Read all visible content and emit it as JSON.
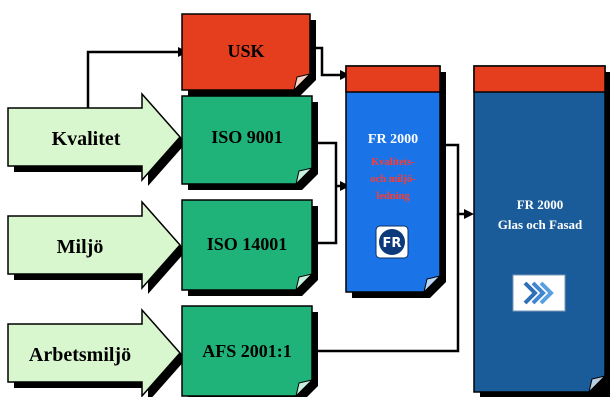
{
  "inputs": [
    {
      "label": "Kvalitet"
    },
    {
      "label": "Miljö"
    },
    {
      "label": "Arbetsmiljö"
    }
  ],
  "standards": [
    {
      "label": "USK",
      "color": "#e53e1e"
    },
    {
      "label": "ISO 9001",
      "color": "#1fb37a"
    },
    {
      "label": "ISO 14001",
      "color": "#1fb37a"
    },
    {
      "label": "AFS 2001:1",
      "color": "#1fb37a"
    }
  ],
  "fr2000": {
    "title": "FR 2000",
    "subtitle_lines": [
      "Kvalitets-",
      "och miljö-",
      "ledning"
    ],
    "logo_letters": "FR",
    "body_color": "#1a74e8",
    "header_color": "#e53e1e",
    "subtitle_color": "#ff3b2f"
  },
  "result": {
    "title": "FR 2000",
    "subtitle": "Glas och Fasad",
    "logo_icon": "chevrons-icon",
    "body_color": "#1a5c9a",
    "header_color": "#e53e1e"
  },
  "colors": {
    "arrow_fill": "#d9f7cf",
    "shadow": "#000000",
    "connector": "#000000"
  }
}
